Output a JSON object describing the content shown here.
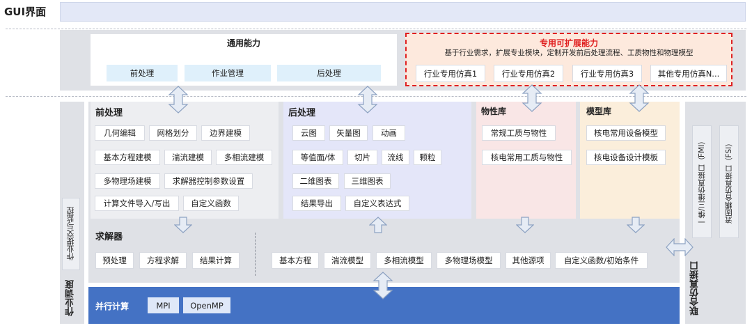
{
  "gui": {
    "title": "GUI界面"
  },
  "general": {
    "title": "通用能力",
    "items": [
      "前处理",
      "作业管理",
      "后处理"
    ]
  },
  "special": {
    "title": "专用可扩展能力",
    "desc": "基于行业需求，扩展专业模块，定制开发前后处理流程、工质物性和物理模型",
    "items": [
      "行业专用仿真1",
      "行业专用仿真2",
      "行业专用仿真3",
      "其他专用仿真N..."
    ]
  },
  "scheduling": {
    "label": "作业调度",
    "submit": "作业提交与监控"
  },
  "pre": {
    "title": "前处理",
    "items": [
      "几何编辑",
      "网格划分",
      "边界建模",
      "基本方程建模",
      "湍流建模",
      "多相流建模",
      "多物理场建模",
      "求解器控制参数设置",
      "计算文件导入/写出",
      "自定义函数"
    ]
  },
  "post": {
    "title": "后处理",
    "items": [
      "云图",
      "矢量图",
      "动画",
      "等值面/体",
      "切片",
      "流线",
      "颗粒",
      "二维图表",
      "三维图表",
      "结果导出",
      "自定义表达式"
    ]
  },
  "props": {
    "title": "物性库",
    "items": [
      "常规工质与物性",
      "核电常用工质与物性"
    ]
  },
  "models": {
    "title": "模型库",
    "items": [
      "核电常用设备模型",
      "核电设备设计模板"
    ]
  },
  "solver": {
    "title": "求解器",
    "left": [
      "预处理",
      "方程求解",
      "结果计算"
    ],
    "right": [
      "基本方程",
      "湍流模型",
      "多相流模型",
      "多物理场模型",
      "其他源项",
      "自定义函数/初始条件"
    ]
  },
  "parallel": {
    "title": "并行计算",
    "items": [
      "MPI",
      "OpenMP"
    ]
  },
  "cosim": {
    "label": "联合仿真接口",
    "fmi": "一维/三维仿真接口（FMI）",
    "fsi": "流固耦合仿真接口（FSI）"
  },
  "colors": {
    "gui_bar": "#e3e8f7",
    "frame_gray": "#dfe1e6",
    "special_bg": "#fde9dd",
    "special_red": "#e02020",
    "post_bg": "#e4e6f9",
    "props_bg": "#f9e6e6",
    "models_bg": "#fbeedb",
    "parallel_bg": "#4472c4",
    "chip_blue": "#dff0fb",
    "arrow_fill": "#e6ecf5",
    "arrow_stroke": "#8da2c2"
  }
}
